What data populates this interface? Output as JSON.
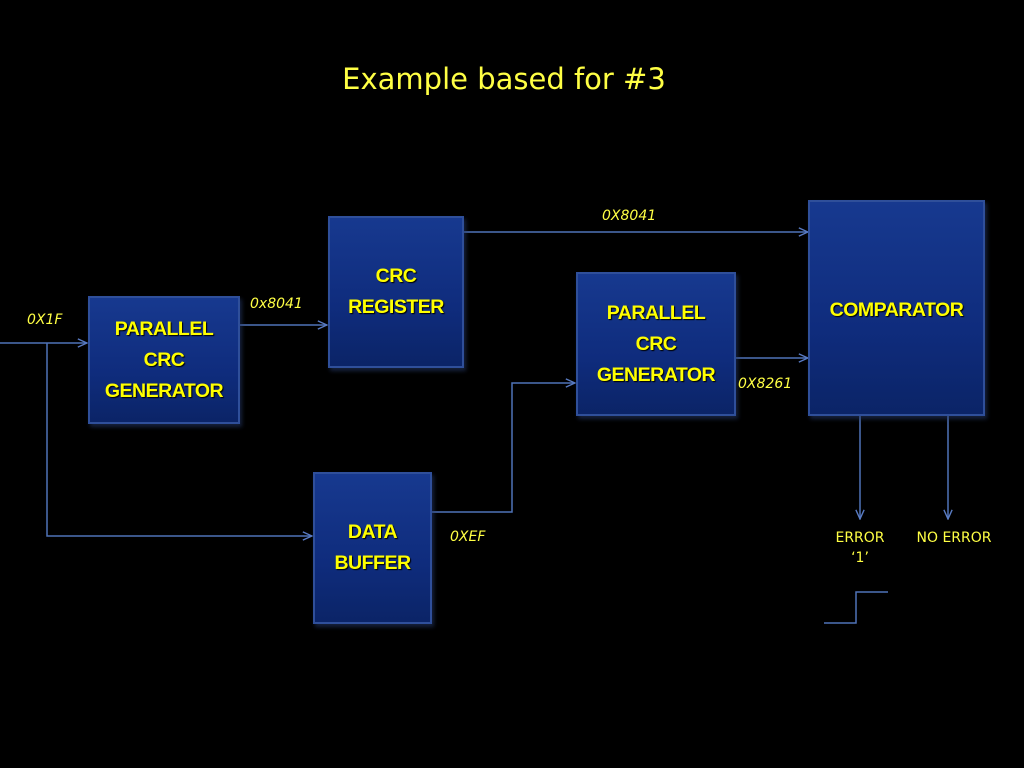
{
  "title": "Example based for #3",
  "blocks": {
    "crc_generator_1": "PARALLEL\nCRC\nGENERATOR",
    "crc_register": "CRC\nREGISTER",
    "data_buffer": "DATA\nBUFFER",
    "crc_generator_2": "PARALLEL\nCRC\nGENERATOR",
    "comparator": "COMPARATOR"
  },
  "signals": {
    "input": "0X1F",
    "generator_to_register": "0x8041",
    "register_to_comparator": "0X8041",
    "generator_to_comparator": "0X8261",
    "buffer_output": "0XEF"
  },
  "outputs": {
    "error": "ERROR\n‘1’",
    "no_error": "NO ERROR"
  },
  "colors": {
    "background": "#000000",
    "text": "#ffff44",
    "block_fill": "#0f2c7d",
    "wire": "#4f72b8"
  }
}
